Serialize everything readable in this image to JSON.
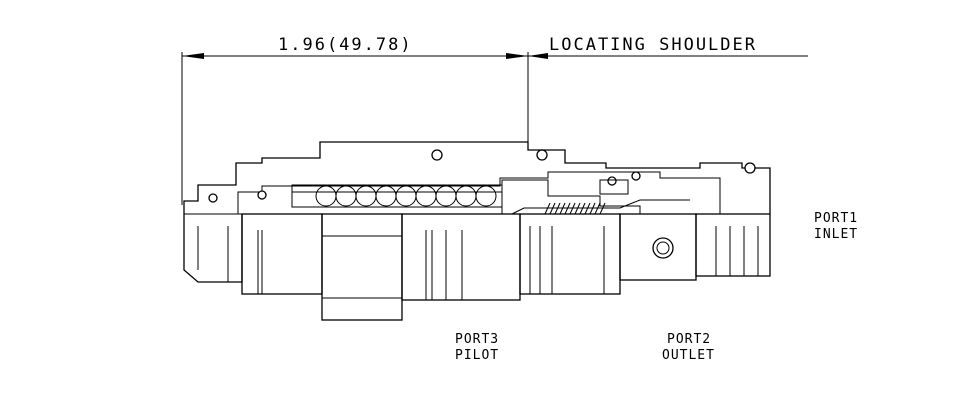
{
  "dimension": {
    "length_label": "1.96(49.78)",
    "reference_label": "LOCATING SHOULDER"
  },
  "ports": [
    {
      "line1": "PORT1",
      "line2": "INLET"
    },
    {
      "line1": "PORT3",
      "line2": "PILOT"
    },
    {
      "line1": "PORT2",
      "line2": "OUTLET"
    }
  ]
}
